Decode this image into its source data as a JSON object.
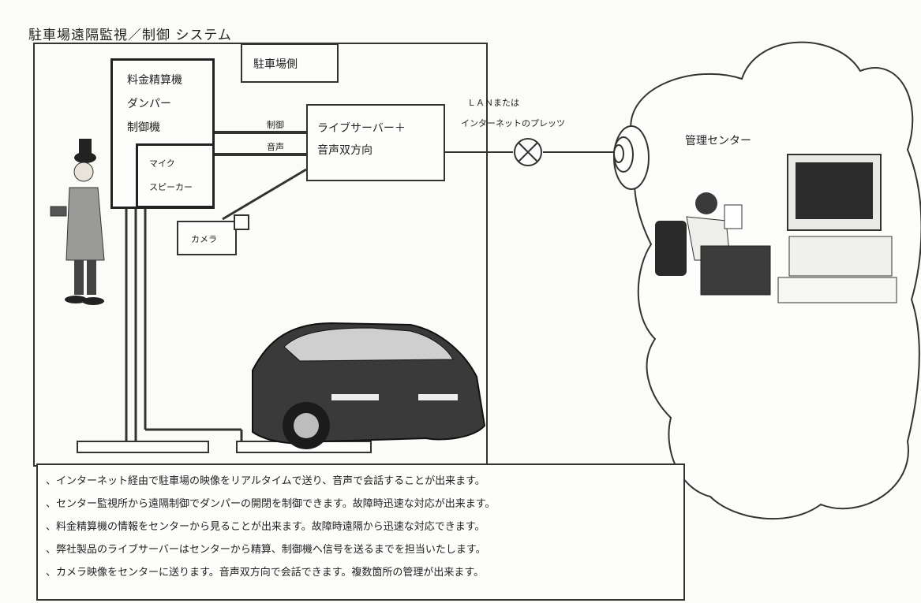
{
  "diagram": {
    "title": "駐車場遠隔監視／制御 システム",
    "parking_side_label": "駐車場側",
    "machine_box": {
      "lines": [
        "料金精算機",
        "ダンパー",
        "制御機"
      ]
    },
    "mic_box": {
      "lines": [
        "マイク",
        "スピーカー"
      ]
    },
    "server_box": {
      "lines": [
        "ライブサーバー＋",
        "音声双方向"
      ]
    },
    "camera_label": "カメラ",
    "wire_control_label": "制御",
    "wire_audio_label": "音声",
    "network_label_1": "ＬＡＮまたは",
    "network_label_2": "インターネットのプレッツ",
    "center_label": "管理センター"
  },
  "notes": [
    "、インターネット経由で駐車場の映像をリアルタイムで送り、音声で会話することが出来ます。",
    "、センター監視所から遠隔制御でダンパーの開閉を制御できます。故障時迅速な対応が出来ます。",
    "、料金精算機の情報をセンターから見ることが出来ます。故障時遠隔から迅速な対応できます。",
    "、弊社製品のライブサーバーはセンターから精算、制御機へ信号を送るまでを担当いたします。",
    "、カメラ映像をセンターに送ります。音声双方向で会話できます。複数箇所の管理が出来ます。"
  ]
}
